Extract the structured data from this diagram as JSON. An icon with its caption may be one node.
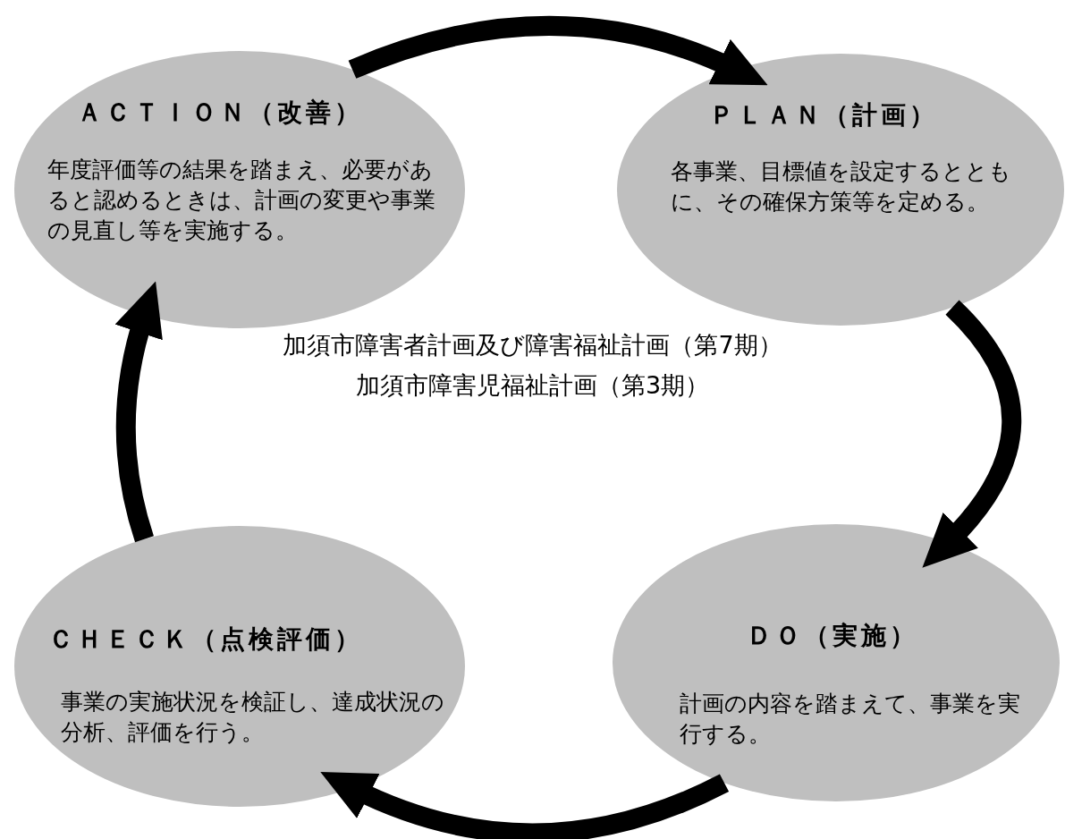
{
  "diagram": {
    "nodes": [
      {
        "text": [
          "ＡＣＴＩＯＮ（改善）",
          "年度評価等の結果を踏まえ、必要があると認めるときは、計画の変更や事業の見直し等を実施する。"
        ]
      },
      {
        "text": [
          "ＰＬＡＮ（計画）",
          "各事業、目標値を設定するとともに、その確保方策等を定める。"
        ]
      },
      {
        "text": [
          "ＣＨＥＣＫ（点検評価）",
          "事業の実施状況を検証し、達成状況の分析、評価を行う。"
        ]
      },
      {
        "text": [
          "ＤＯ（実施）",
          "計画の内容を踏まえて、事業を実行する。"
        ]
      }
    ],
    "edges": [
      {
        "from": 0,
        "to": 1,
        "arrow": "to"
      },
      {
        "from": 1,
        "to": 3,
        "arrow": "to"
      },
      {
        "from": 3,
        "to": 2,
        "arrow": "to"
      },
      {
        "from": 2,
        "to": 0,
        "arrow": "to"
      }
    ],
    "labels": [
      "加須市障害者計画及び障害福祉計画（第7期）",
      "加須市障害児福祉計画（第3期）"
    ]
  }
}
